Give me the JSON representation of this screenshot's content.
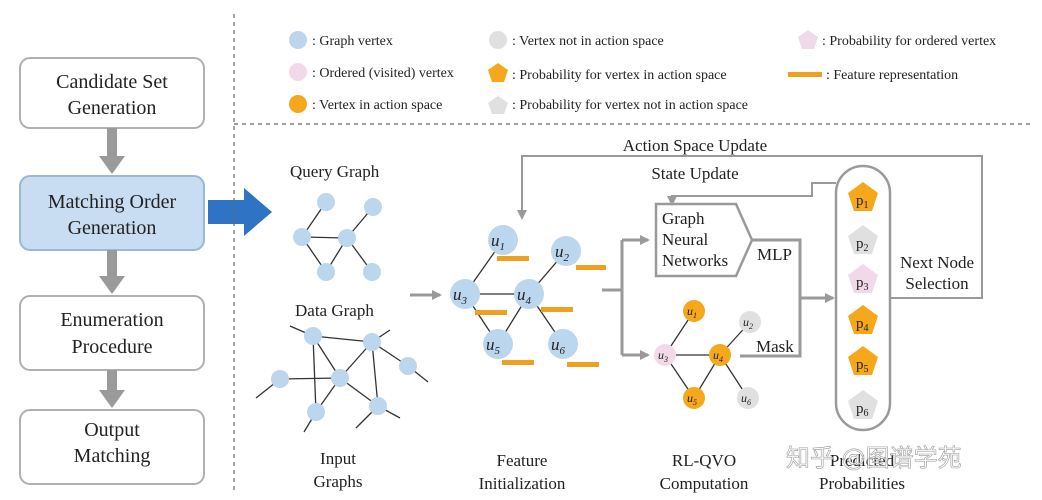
{
  "pipeline": {
    "steps": [
      [
        "Candidate Set",
        "Generation"
      ],
      [
        "Matching Order",
        "Generation"
      ],
      [
        "Enumeration",
        "Procedure"
      ],
      [
        "Output",
        "Matching"
      ]
    ]
  },
  "legend": {
    "graph_vertex": ": Graph vertex",
    "vertex_not_in_action_space": ": Vertex not in action space",
    "prob_ordered_vertex": ": Probability for ordered vertex",
    "ordered_visited_vertex": ": Ordered (visited) vertex",
    "prob_vertex_in_action_space": ": Probability for vertex in action space",
    "feature_representation": ": Feature representation",
    "vertex_in_action_space": ": Vertex in action space",
    "prob_vertex_not_in_action_space": ": Probability for vertex not in action space"
  },
  "labels": {
    "query_graph": "Query Graph",
    "data_graph": "Data Graph",
    "input_graphs": [
      "Input",
      "Graphs"
    ],
    "feature_init": [
      "Feature",
      "Initialization"
    ],
    "rlqvo": [
      "RL-QVO",
      "Computation"
    ],
    "predicted": [
      "Predicted",
      "Probabilities"
    ],
    "action_space_update": "Action Space Update",
    "state_update": "State Update",
    "gnn": [
      "Graph",
      "Neural",
      "Networks"
    ],
    "mlp": "MLP",
    "mask": "Mask",
    "next_node": [
      "Next Node",
      "Selection"
    ],
    "watermark": "知乎 @图谱学苑"
  },
  "nodes": {
    "u1": "u",
    "u2": "u",
    "u3": "u",
    "u4": "u",
    "u5": "u",
    "u6": "u",
    "s1": "1",
    "s2": "2",
    "s3": "3",
    "s4": "4",
    "s5": "5",
    "s6": "6",
    "p": "p"
  },
  "colors": {
    "blue_vertex": "#bcd6ee",
    "grey_vertex": "#e0e0e0",
    "pink_vertex": "#f2d9ea",
    "orange": "#f5a81c",
    "feature_bar": "#f0a020",
    "highlight_box": "#c8dcf2",
    "arrow_blue": "#2e73c4",
    "arrow_grey": "#9a9a9a"
  }
}
